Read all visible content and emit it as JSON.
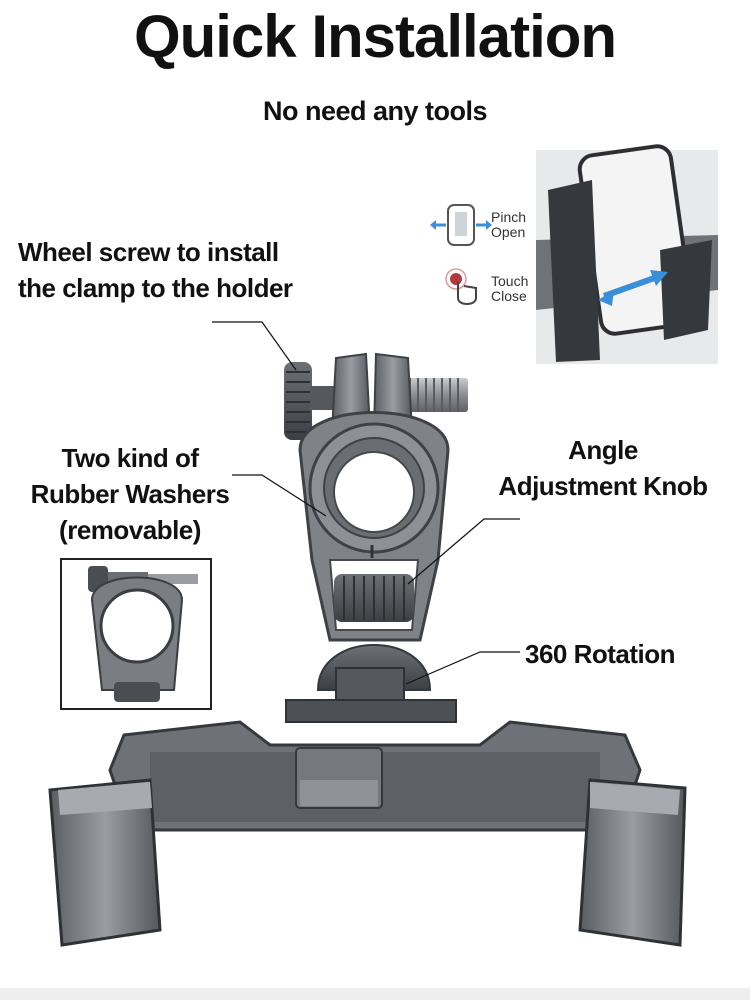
{
  "heading": {
    "title": "Quick Installation",
    "subtitle": "No need any tools"
  },
  "callouts": {
    "wheel_screw": [
      "Wheel screw to install",
      "the clamp to the holder"
    ],
    "washers": [
      "Two kind of",
      "Rubber Washers",
      "(removable)"
    ],
    "angle_knob": [
      "Angle",
      "Adjustment Knob"
    ],
    "rotation": "360 Rotation"
  },
  "phone_demo": {
    "pinch_label": [
      "Pinch",
      "Open"
    ],
    "touch_label": [
      "Touch",
      "Close"
    ]
  },
  "colors": {
    "metal_dark": "#4a4d51",
    "metal_mid": "#7d8186",
    "metal_light": "#b9bcc0",
    "accent_blue": "#3a8fd8",
    "touch_red": "#b5383f"
  }
}
